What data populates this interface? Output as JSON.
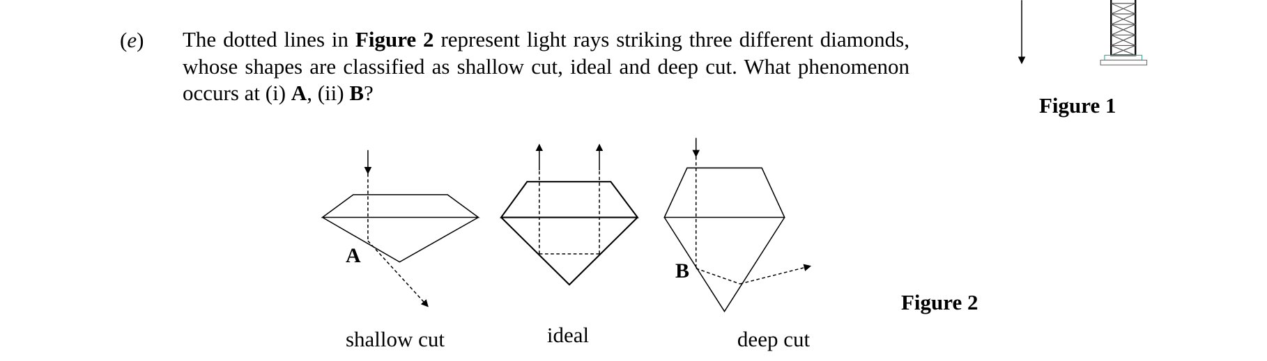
{
  "question": {
    "label_open": "(",
    "label_letter": "e",
    "label_close": ")",
    "text_1": "The dotted lines in ",
    "bold_1": "Figure 2",
    "text_2": " represent light rays striking three different diamonds, whose shapes are classified as shallow cut, ideal and deep cut. What phenomenon occurs at (i) ",
    "bold_2": "A",
    "text_3": ", (ii) ",
    "bold_3": "B",
    "text_4": "?"
  },
  "figure1": {
    "caption": "Figure 1"
  },
  "figure2": {
    "caption": "Figure 2",
    "diamonds": [
      {
        "label": "shallow cut",
        "point_label": "A"
      },
      {
        "label": "ideal"
      },
      {
        "label": "deep cut",
        "point_label": "B"
      }
    ]
  }
}
